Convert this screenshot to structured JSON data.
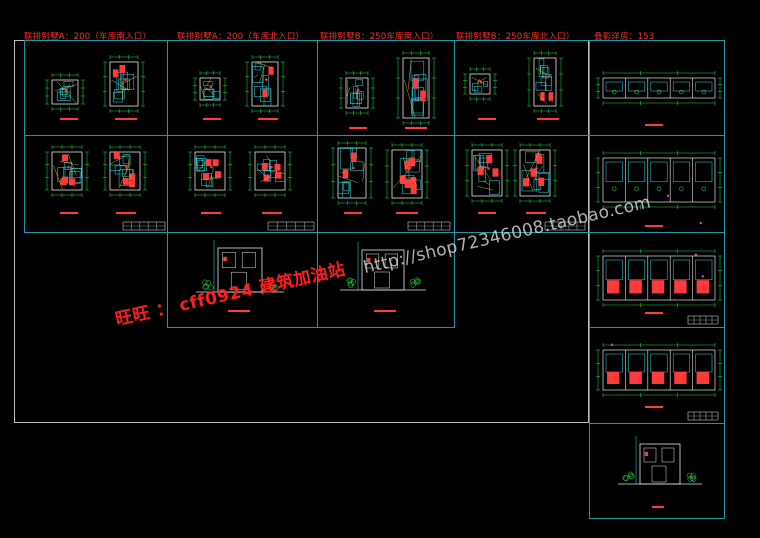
{
  "titles": [
    {
      "id": "t1",
      "text": "联排别墅A：200（车库南入口）"
    },
    {
      "id": "t2",
      "text": "联排别墅A：200（车库北入口）"
    },
    {
      "id": "t3",
      "text": "联排别墅B：250车库南入口）"
    },
    {
      "id": "t4",
      "text": "联排别墅B：250车库北入口）"
    },
    {
      "id": "t5",
      "text": "叠影洋房：153"
    }
  ],
  "watermark": {
    "contact": "旺旺 ： cff0924  建筑加油站",
    "shop_url": "http://shop72346008.taobao.com"
  },
  "colors": {
    "background": "#000000",
    "title": "#ff2a2a",
    "frame": "#1a9aa8",
    "outer_frame": "#bdbdbd",
    "drawing_green": "#22e04a",
    "drawing_red": "#ff3b3b",
    "drawing_cyan": "#2fe0e8",
    "drawing_white": "#e6e6e6",
    "drawing_yellow": "#e8e040",
    "drawing_magenta": "#e040e0"
  }
}
